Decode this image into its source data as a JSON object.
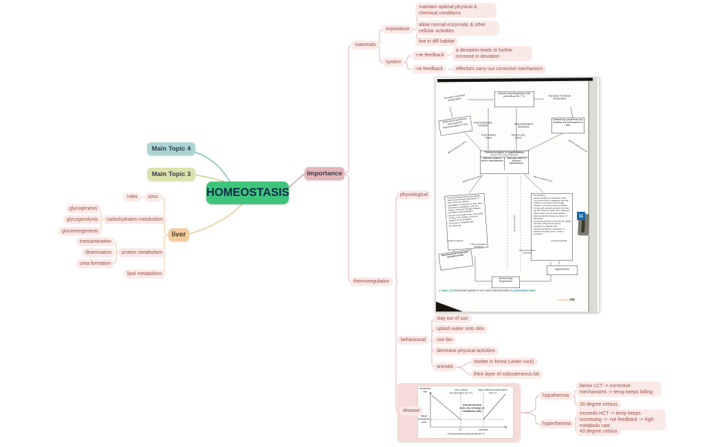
{
  "colors": {
    "root_bg": "#3ec57c",
    "topic4_bg": "#a9d6d4",
    "topic3_bg": "#dde2ac",
    "importance_bg": "#e4b5b9",
    "liver_bg": "#f3cb9d",
    "leaf_bg": "#faeae7",
    "leaf_text": "#9d4c41",
    "line_pink": "#dcadb1",
    "line_tan": "#eccfa5",
    "line_teal": "#8ec6c2",
    "line_olive": "#cfd49c",
    "chapter_tab_blue": "#1668a8",
    "page_label_orange": "#e0832f"
  },
  "map": {
    "root": "HOMEOSTASIS",
    "topic4": "Main Topic 4",
    "topic3": "Main Topic 3",
    "importance": "Importance",
    "liver": "liver",
    "left": {
      "roles": "roles",
      "struc": "struc",
      "carb": "carbohydrates metobolism",
      "glycogenesis": "glycogenesis",
      "glycogenolysis": "glycogenolysis",
      "gluconeogenesis": "gluconeogenesis",
      "protein": "protein metabolism",
      "transamination": "transamination",
      "deamination": "deamination",
      "urea": "urea formation",
      "lipid": "lipid metabolism"
    },
    "right": {
      "mammals": "mammals",
      "importance_sub": "importance",
      "maintain": "maintain optimal physical & chemical conditions",
      "allow": "allow normal enzymatic & other cellular activities",
      "habitat": "live in diff habitat",
      "system": "system",
      "pos_feedback": "+ve feedback",
      "deviation": "a deviation leads to further increase in deviation",
      "neg_feedback": "-ve feedback",
      "effectors": "effectors carry out corrective mechanism",
      "physiological": "physiological",
      "thermoregulation": "thermoregulation",
      "behavioural": "behavioural",
      "stay": "stay out of sun",
      "splash": "splash water onto skin",
      "fan": "use fan",
      "decrease": "decrease physical activities",
      "animals": "animals",
      "shelter": "shelter in forest (under rock)",
      "fat": "thick layer of subcuteneous fat",
      "disease": "disease",
      "hypothermia": "hypothermia",
      "below_lct": "below LCT -> corrective mechanisms -> temp keeps falling",
      "celsius26": "26 degree celsius",
      "hyperthermia": "hyperthermia",
      "exceeds_hct": "exceeds HCT -> temp keeps increasing -> +ve feedback -> high metabolic rate",
      "celsius43": "43 degree celsius"
    }
  },
  "figure": {
    "top_box": "Normal body temperature (set point about 36.7 °C)",
    "increase_ext": "Increase in external temperature",
    "decrease_ext": "Decrease in external temperature",
    "detected_heat": "Detected by peripheral heat-sensitive thermoreceptors in skin",
    "detected_cold": "Detected by peripheral cold-sensitive thermoreceptors in skin",
    "body_temp_inc": "body temperature increases",
    "body_temp_dec": "body temperature decreases",
    "flow_warm": "Flow of warm blood",
    "flow_cold": "Flow of cold blood",
    "afferent": "afferent (sensory) nerve",
    "efferent": "efferent (motor) nerve",
    "thermo_title": "Thermoreceptors in hypothalamus",
    "thermo_sub": "monitor core body temperature",
    "heat_loss": "Heat loss centre in anterior hypothalamus",
    "heat_gain": "Heat gain centre in posterior hypothalamus",
    "left_panel": [
      "Increased sweating by sweat glands. Heat is lost through evaporation of water from skin surface.",
      "Vasodilation of arterioles in skin. More blood flow to capillaries near skin surface. Heat loss through radiation, convection and conduction.",
      "Arrector pili muscles relax, hair shafts lie flat on skin surface, less air is trapped as heat insulator.",
      "Decrease in metabolic rate",
      "No shivering"
    ],
    "right_panel": [
      "No sweating",
      "Vasoconstriction of arterioles in skin. Less blood flow to capillaries near skin surface. Less heat is lost through radiation, convection and conduction.",
      "Arrector pili muscles contract and raise the hair shafts to stand erect, trapping a thicker layer of air as heat insulator.",
      "Adrenal glands increase secretion of adrenaline",
      "Increased secretion of thyroid-stimulating hormone (TSH) and thyroxine",
      "Increase in metabolic rate",
      "Shivering (rhythmic contraction of skeletal muscles) occurs, heat is produced"
    ],
    "negative_feedback": "negative feedback",
    "positive_feedback": "positive feedback",
    "hypothermia_box": "Hypothermia (if homeostatic mechanism fails)",
    "hyperthermia_box": "Hyperthermia",
    "bottom_box": "Normal body temperature",
    "caption_marker": "▲ Figure 11.8",
    "caption": "Homeostatic regulation of core human body temperature",
    "caption_highlight": "by physiological means",
    "page_label": "Homeostasis",
    "page_number": "235",
    "chapter_tab": "11"
  },
  "graph": {
    "y_top": "metabolic rate",
    "y_basal": "basal metabolic rate",
    "lct": "low critical temperature (LCT)",
    "hct": "high critical temperature (HCT)",
    "zone": "thermoneutral zone (no change in metabolic rate)",
    "x27": "27",
    "x_variable": "variable",
    "x_label": "Environmental temperature/°C"
  }
}
